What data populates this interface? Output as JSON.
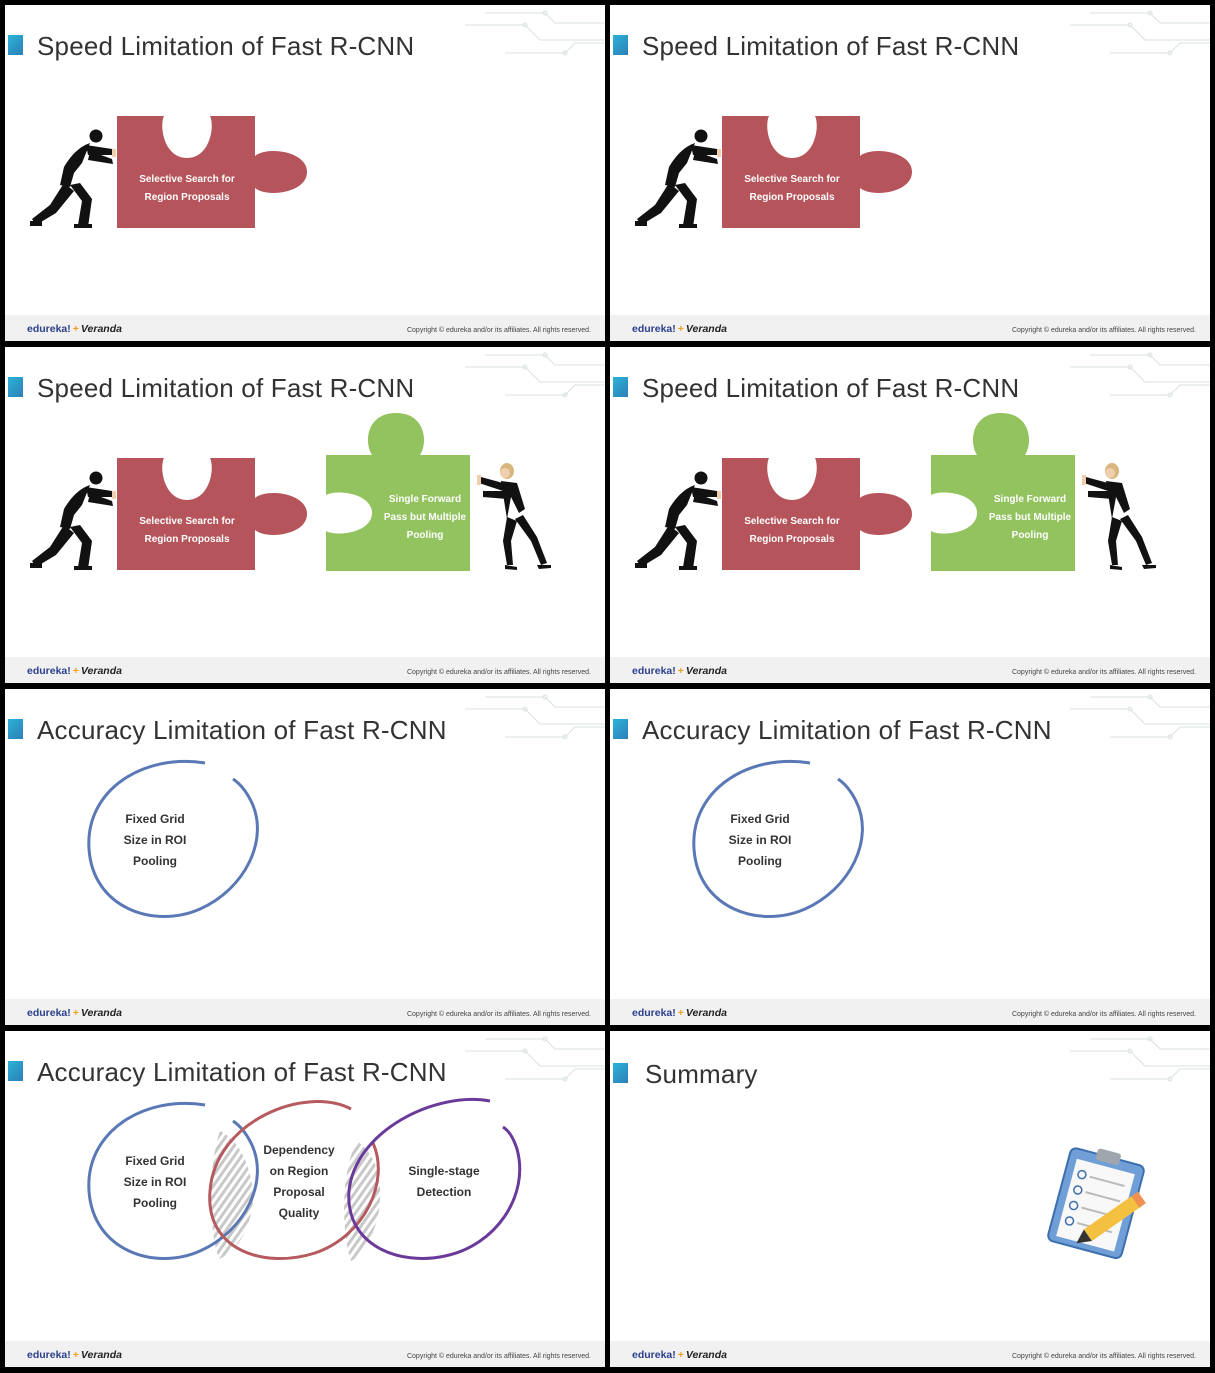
{
  "slides": [
    {
      "title": "Speed Limitation of Fast R-CNN",
      "red_piece": {
        "line1": "Selective Search for",
        "line2": "Region Proposals"
      },
      "green_piece": null
    },
    {
      "title": "Speed Limitation of Fast R-CNN",
      "red_piece": {
        "line1": "Selective Search for",
        "line2": "Region Proposals"
      },
      "green_piece": null
    },
    {
      "title": "Speed Limitation of Fast R-CNN",
      "red_piece": {
        "line1": "Selective Search for",
        "line2": "Region Proposals"
      },
      "green_piece": {
        "line1": "Single Forward",
        "line2": "Pass but Multiple",
        "line3": "Pooling"
      }
    },
    {
      "title": "Speed Limitation of Fast R-CNN",
      "red_piece": {
        "line1": "Selective Search for",
        "line2": "Region Proposals"
      },
      "green_piece": {
        "line1": "Single Forward",
        "line2": "Pass but Multiple",
        "line3": "Pooling"
      }
    },
    {
      "title": "Accuracy Limitation of Fast R-CNN",
      "circles": [
        {
          "lines": [
            "Fixed Grid",
            "Size in ROI",
            "Pooling"
          ],
          "color": "#5a78b5"
        }
      ]
    },
    {
      "title": "Accuracy Limitation of Fast R-CNN",
      "circles": [
        {
          "lines": [
            "Fixed Grid",
            "Size in ROI",
            "Pooling"
          ],
          "color": "#5a78b5"
        }
      ]
    },
    {
      "title": "Accuracy Limitation of Fast R-CNN",
      "circles": [
        {
          "lines": [
            "Fixed Grid",
            "Size in ROI",
            "Pooling"
          ],
          "color": "#5a78b5"
        },
        {
          "lines": [
            "Dependency",
            "on Region",
            "Proposal",
            "Quality"
          ],
          "color": "#b55a5e"
        },
        {
          "lines": [
            "Single-stage",
            "Detection"
          ],
          "color": "#6a3a9a"
        }
      ]
    },
    {
      "title": "Summary"
    }
  ],
  "footer": {
    "brand": "edureka!",
    "plus": "+",
    "partner": "Veranda",
    "copyright": "Copyright © edureka and/or its affiliates. All rights reserved."
  },
  "colors": {
    "red_piece": "#b5545a",
    "green_piece": "#93c35f",
    "title": "#333333"
  },
  "icons": [
    "businessman-pushing-icon",
    "businesswoman-pushing-icon",
    "clipboard-checklist-icon",
    "circuit-decoration-icon"
  ]
}
